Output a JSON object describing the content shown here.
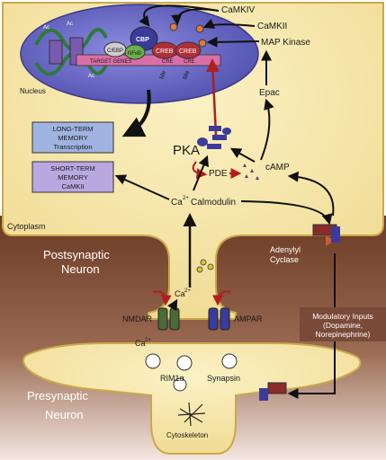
{
  "labels": {
    "camkiv": "CaMKIV",
    "camkii_top": "CaMKII",
    "map_kinase": "MAP Kinase",
    "epac": "Epac",
    "nucleus": "Nucleus",
    "cbp": "CBP",
    "c_ebp": "C/EBP",
    "nfkb": "NFκB",
    "creb1": "CREB",
    "creb2": "CREB",
    "target_genes": "TARGET GENES",
    "cre1": "CRE",
    "cre2": "CRE",
    "me1": "Me",
    "me2": "Me",
    "ac1": "Ac",
    "ac2": "Ac",
    "ac3": "Ac",
    "ltm": [
      "LONG-TERM",
      "MEMORY",
      "Transcription"
    ],
    "stm": [
      "SHORT-TERM",
      "MEMORY",
      "CaMKII"
    ],
    "pka": "PKA",
    "pde": "PDE",
    "camp": "cAMP",
    "ca_calmodulin": "Calmodulin",
    "ca_prefix": "Ca",
    "ca_sup": "2+",
    "cytoplasm": "Cytoplasm",
    "adenylyl": [
      "Adenylyl",
      "Cyclase"
    ],
    "postsynaptic": [
      "Postsynaptic",
      "Neuron"
    ],
    "ca_spine": "Ca",
    "ca_spine_sup": "2+",
    "nmdar": "NMDAR",
    "ampar": "AMPAR",
    "modulatory": [
      "Modulatory Inputs",
      "(Dopamine,",
      "Norepinephrine)"
    ],
    "ca_cleft": "Ca",
    "ca_cleft_sup": "2+",
    "rim": "RIM1α",
    "synapsin": "Synapsin",
    "presynaptic": [
      "Presynaptic",
      "Neuron"
    ],
    "cytoskeleton": "Cytoskeleton"
  },
  "colors": {
    "cytoplasm_fill": "#f6e6a6",
    "neuron_brown": "#6b3a24",
    "nucleus_fill": "#6f6fc9",
    "box_fill": "#9fb4e0",
    "red_arrow": "#b01e1e"
  }
}
